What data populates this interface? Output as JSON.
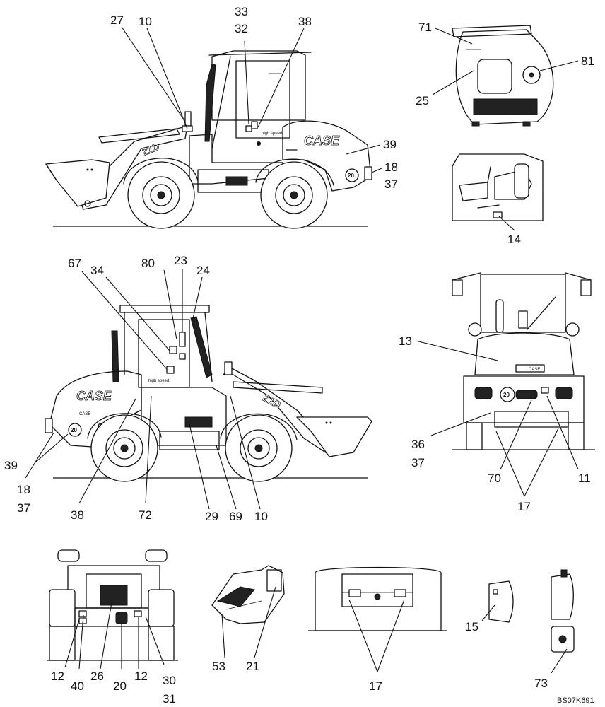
{
  "figure_reference": "BS07K691",
  "brand_text": "CASE",
  "model_text": "21D",
  "speed_badge": "20",
  "decal_text": "high speed",
  "callouts": {
    "v1": [
      "27",
      "10",
      "33",
      "32",
      "38",
      "39",
      "18",
      "37"
    ],
    "v2": [
      "71",
      "81",
      "25"
    ],
    "v3": [
      "14"
    ],
    "v4": [
      "67",
      "34",
      "80",
      "23",
      "24",
      "39",
      "18",
      "37",
      "38",
      "72",
      "29",
      "69",
      "10"
    ],
    "v5": [
      "13",
      "36",
      "37",
      "70",
      "11",
      "17"
    ],
    "v6": [
      "12",
      "40",
      "26",
      "20",
      "12",
      "30",
      "31"
    ],
    "v7": [
      "53",
      "21"
    ],
    "v8": [
      "17"
    ],
    "v9": [
      "15",
      "73"
    ]
  }
}
